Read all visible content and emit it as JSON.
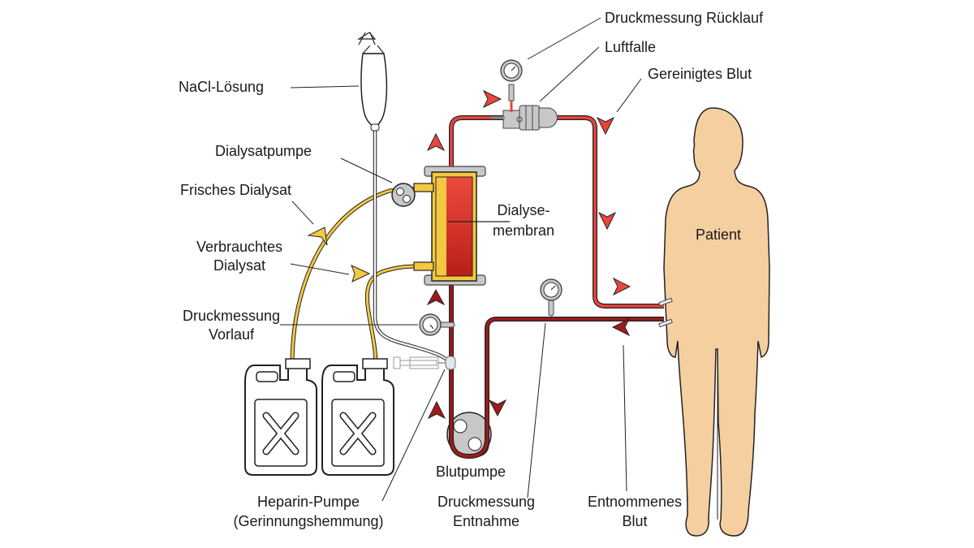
{
  "diagram": {
    "title": "Hämodialyse Schema",
    "colors": {
      "arterial_blood": "#e8453c",
      "venous_blood": "#9e1b1b",
      "dialysate": "#f5c842",
      "device_gray": "#c8c8c8",
      "skin": "#f5cfa0",
      "outline": "#222222"
    },
    "labels": {
      "nacl": "NaCl-Lösung",
      "dialysatpumpe": "Dialysatpumpe",
      "frisches_dialysat": "Frisches Dialysat",
      "verbrauchtes_1": "Verbrauchtes",
      "verbrauchtes_2": "Dialysat",
      "druck_vorlauf_1": "Druckmessung",
      "druck_vorlauf_2": "Vorlauf",
      "heparin_1": "Heparin-Pumpe",
      "heparin_2": "(Gerinnungshemmung)",
      "blutpumpe": "Blutpumpe",
      "druck_entnahme_1": "Druckmessung",
      "druck_entnahme_2": "Entnahme",
      "entnommenes_1": "Entnommenes",
      "entnommenes_2": "Blut",
      "patient": "Patient",
      "membran_1": "Dialyse-",
      "membran_2": "membran",
      "druck_ruecklauf": "Druckmessung Rücklauf",
      "luftfalle": "Luftfalle",
      "gereinigtes": "Gereinigtes Blut"
    }
  }
}
